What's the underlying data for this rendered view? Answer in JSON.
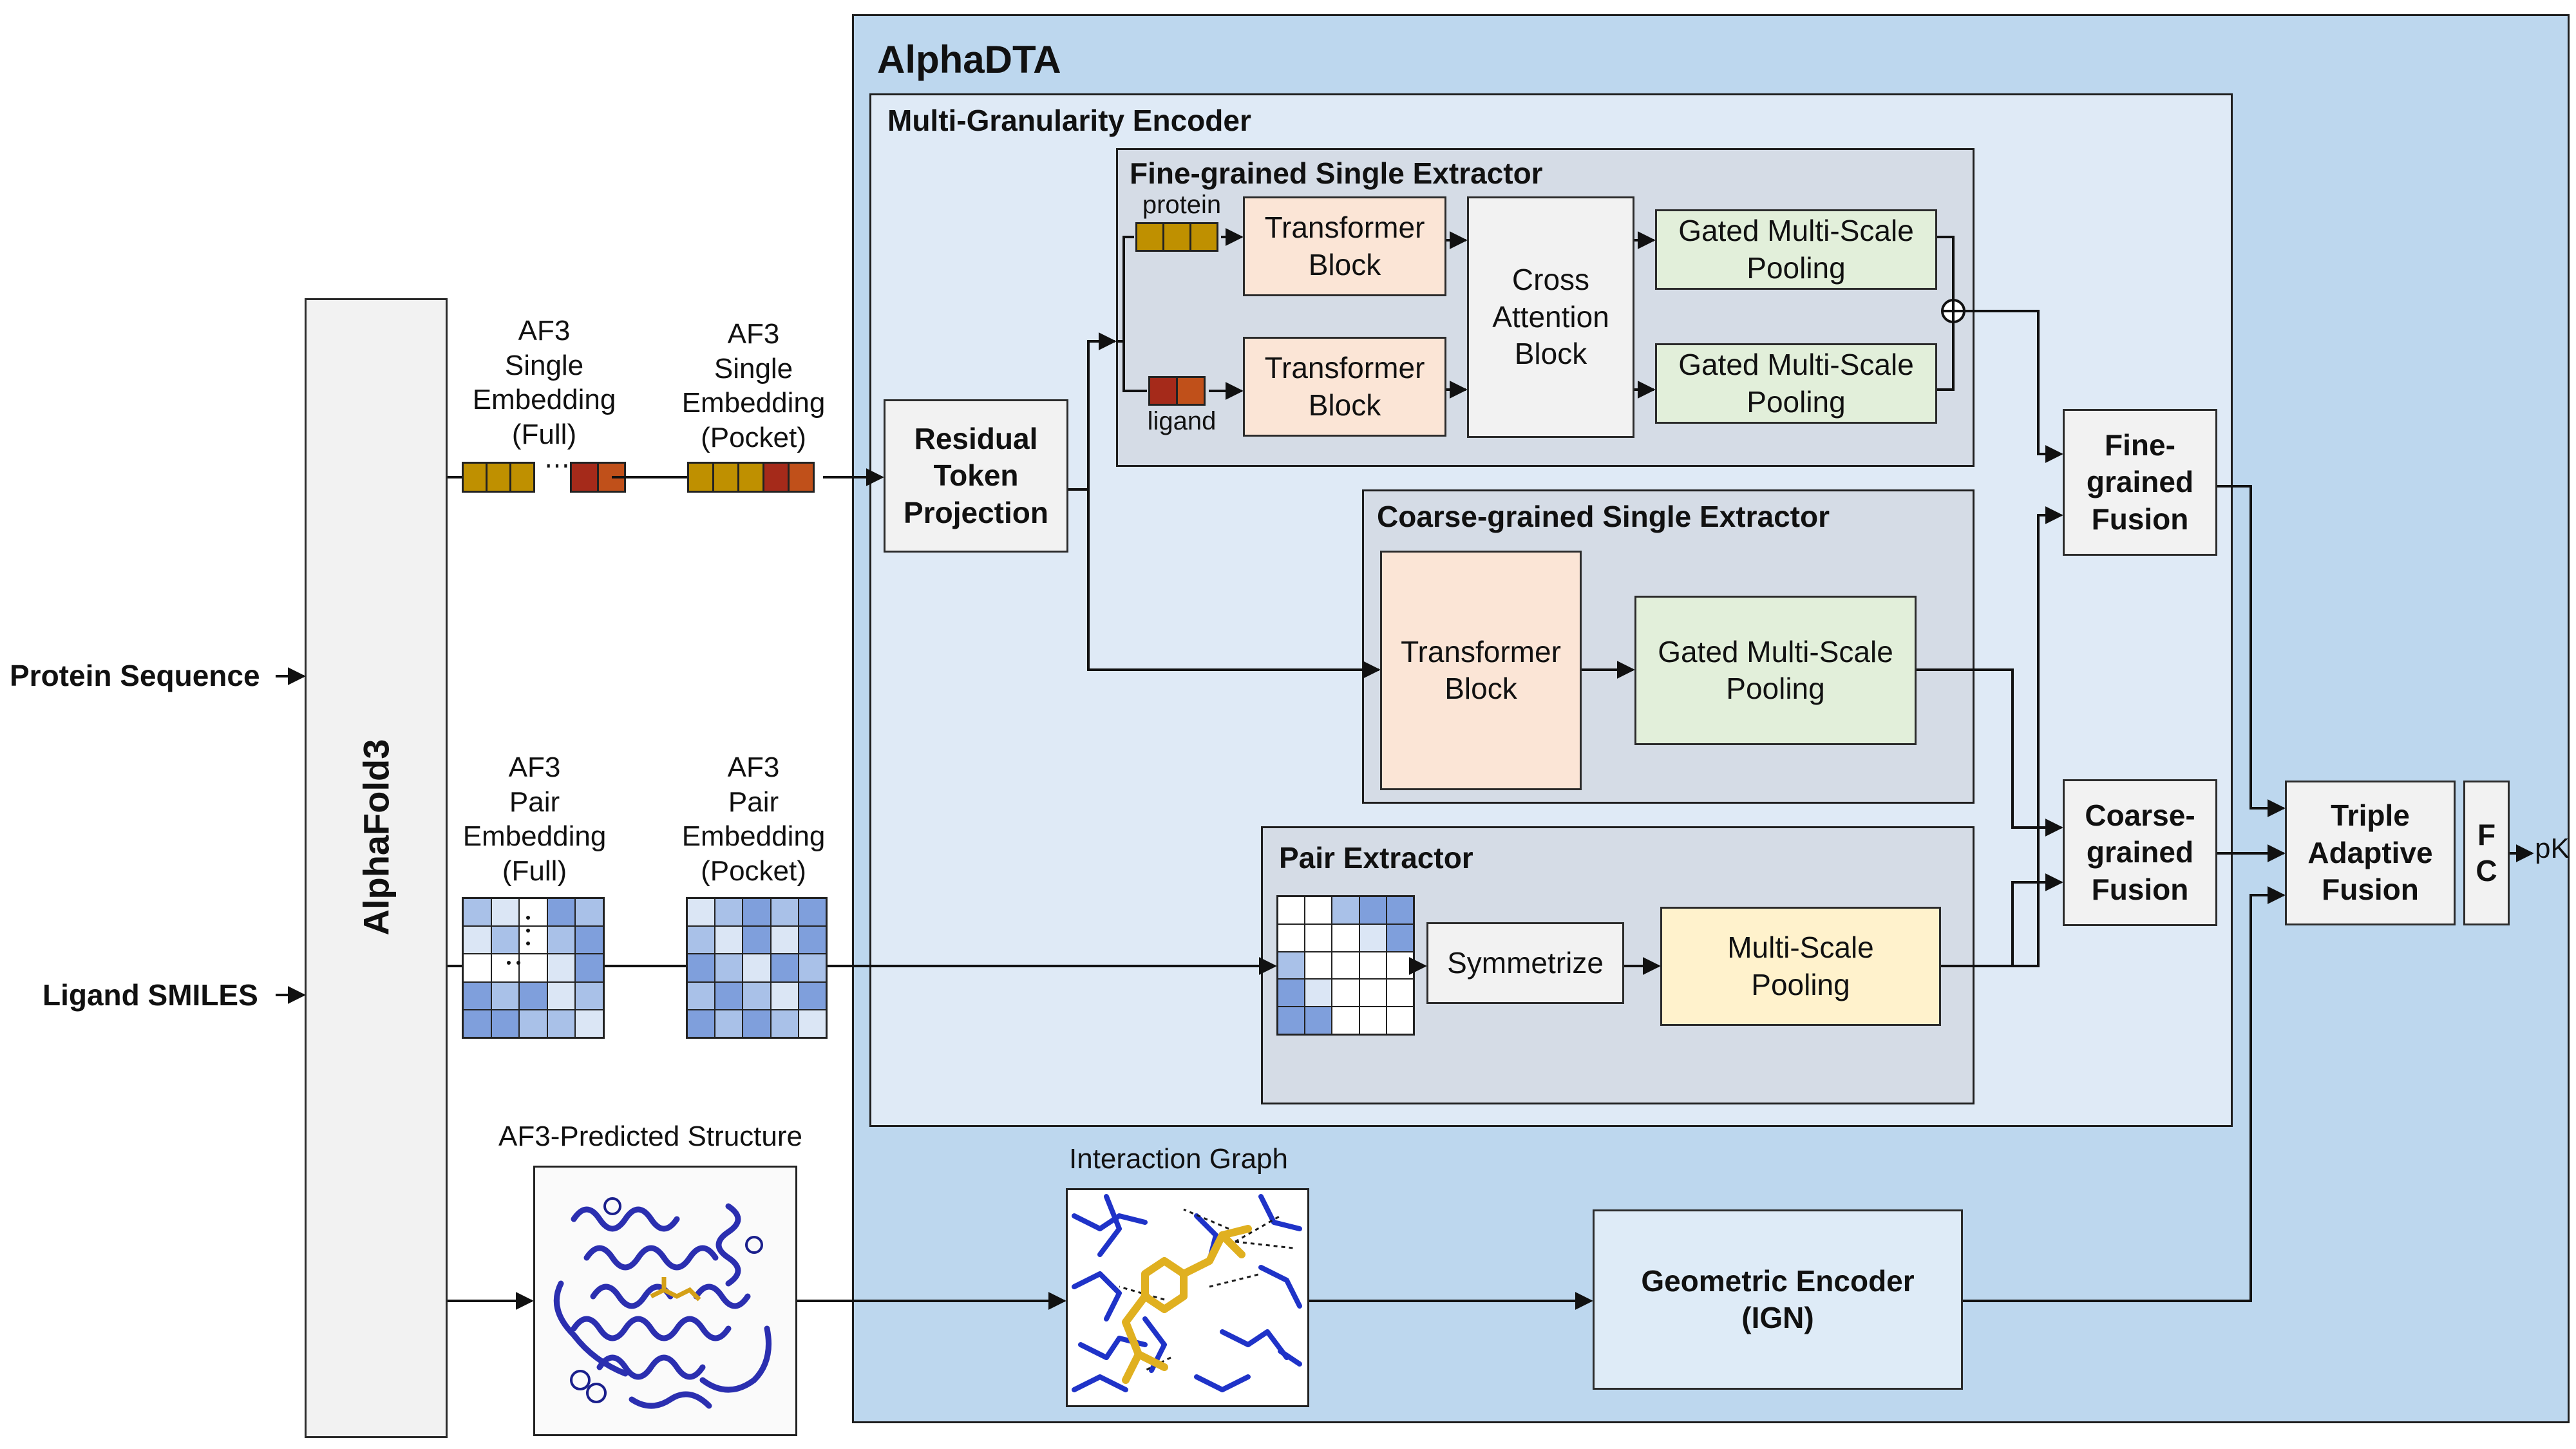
{
  "inputs": {
    "protein_sequence": "Protein Sequence",
    "ligand_smiles": "Ligand SMILES"
  },
  "alphafold3": {
    "label": "AlphaFold3"
  },
  "embeddings": {
    "single_full": "AF3\nSingle\nEmbedding\n(Full)",
    "single_pocket": "AF3\nSingle\nEmbedding\n(Pocket)",
    "pair_full": "AF3\nPair\nEmbedding\n(Full)",
    "pair_pocket": "AF3\nPair\nEmbedding\n(Pocket)",
    "predicted_structure": "AF3-Predicted Structure",
    "interaction_graph": "Interaction Graph"
  },
  "alphadta": {
    "title": "AlphaDTA",
    "encoder_title": "Multi-Granularity Encoder",
    "residual_projection": "Residual\nToken\nProjection",
    "fine_extractor": {
      "title": "Fine-grained Single Extractor",
      "protein_label": "protein",
      "ligand_label": "ligand",
      "transformer_1": "Transformer\nBlock",
      "transformer_2": "Transformer\nBlock",
      "cross_attention": "Cross\nAttention\nBlock",
      "pooling_1": "Gated Multi-Scale\nPooling",
      "pooling_2": "Gated Multi-Scale\nPooling"
    },
    "coarse_extractor": {
      "title": "Coarse-grained Single Extractor",
      "transformer": "Transformer\nBlock",
      "pooling": "Gated Multi-Scale\nPooling"
    },
    "pair_extractor": {
      "title": "Pair Extractor",
      "symmetrize": "Symmetrize",
      "pooling": "Multi-Scale\nPooling"
    },
    "fine_fusion": "Fine-\ngrained\nFusion",
    "coarse_fusion": "Coarse-\ngrained\nFusion",
    "triple_fusion": "Triple\nAdaptive\nFusion",
    "fc": "F\nC",
    "output": "pK",
    "geometric_encoder": "Geometric Encoder\n(IGN)"
  },
  "colors": {
    "outer_panel": "#bdd7ee",
    "encoder_panel": "#dfeaf6",
    "extractor_panel": "#d5dce6",
    "transformer": "#fbe5d6",
    "gated_pooling": "#e2efda",
    "multiscale_pooling": "#fff2cc",
    "neutral_box": "#f2f2f2",
    "geometric_encoder": "#deebf7",
    "protein_token": "#bf9000",
    "ligand_token": "#a52a1a"
  }
}
